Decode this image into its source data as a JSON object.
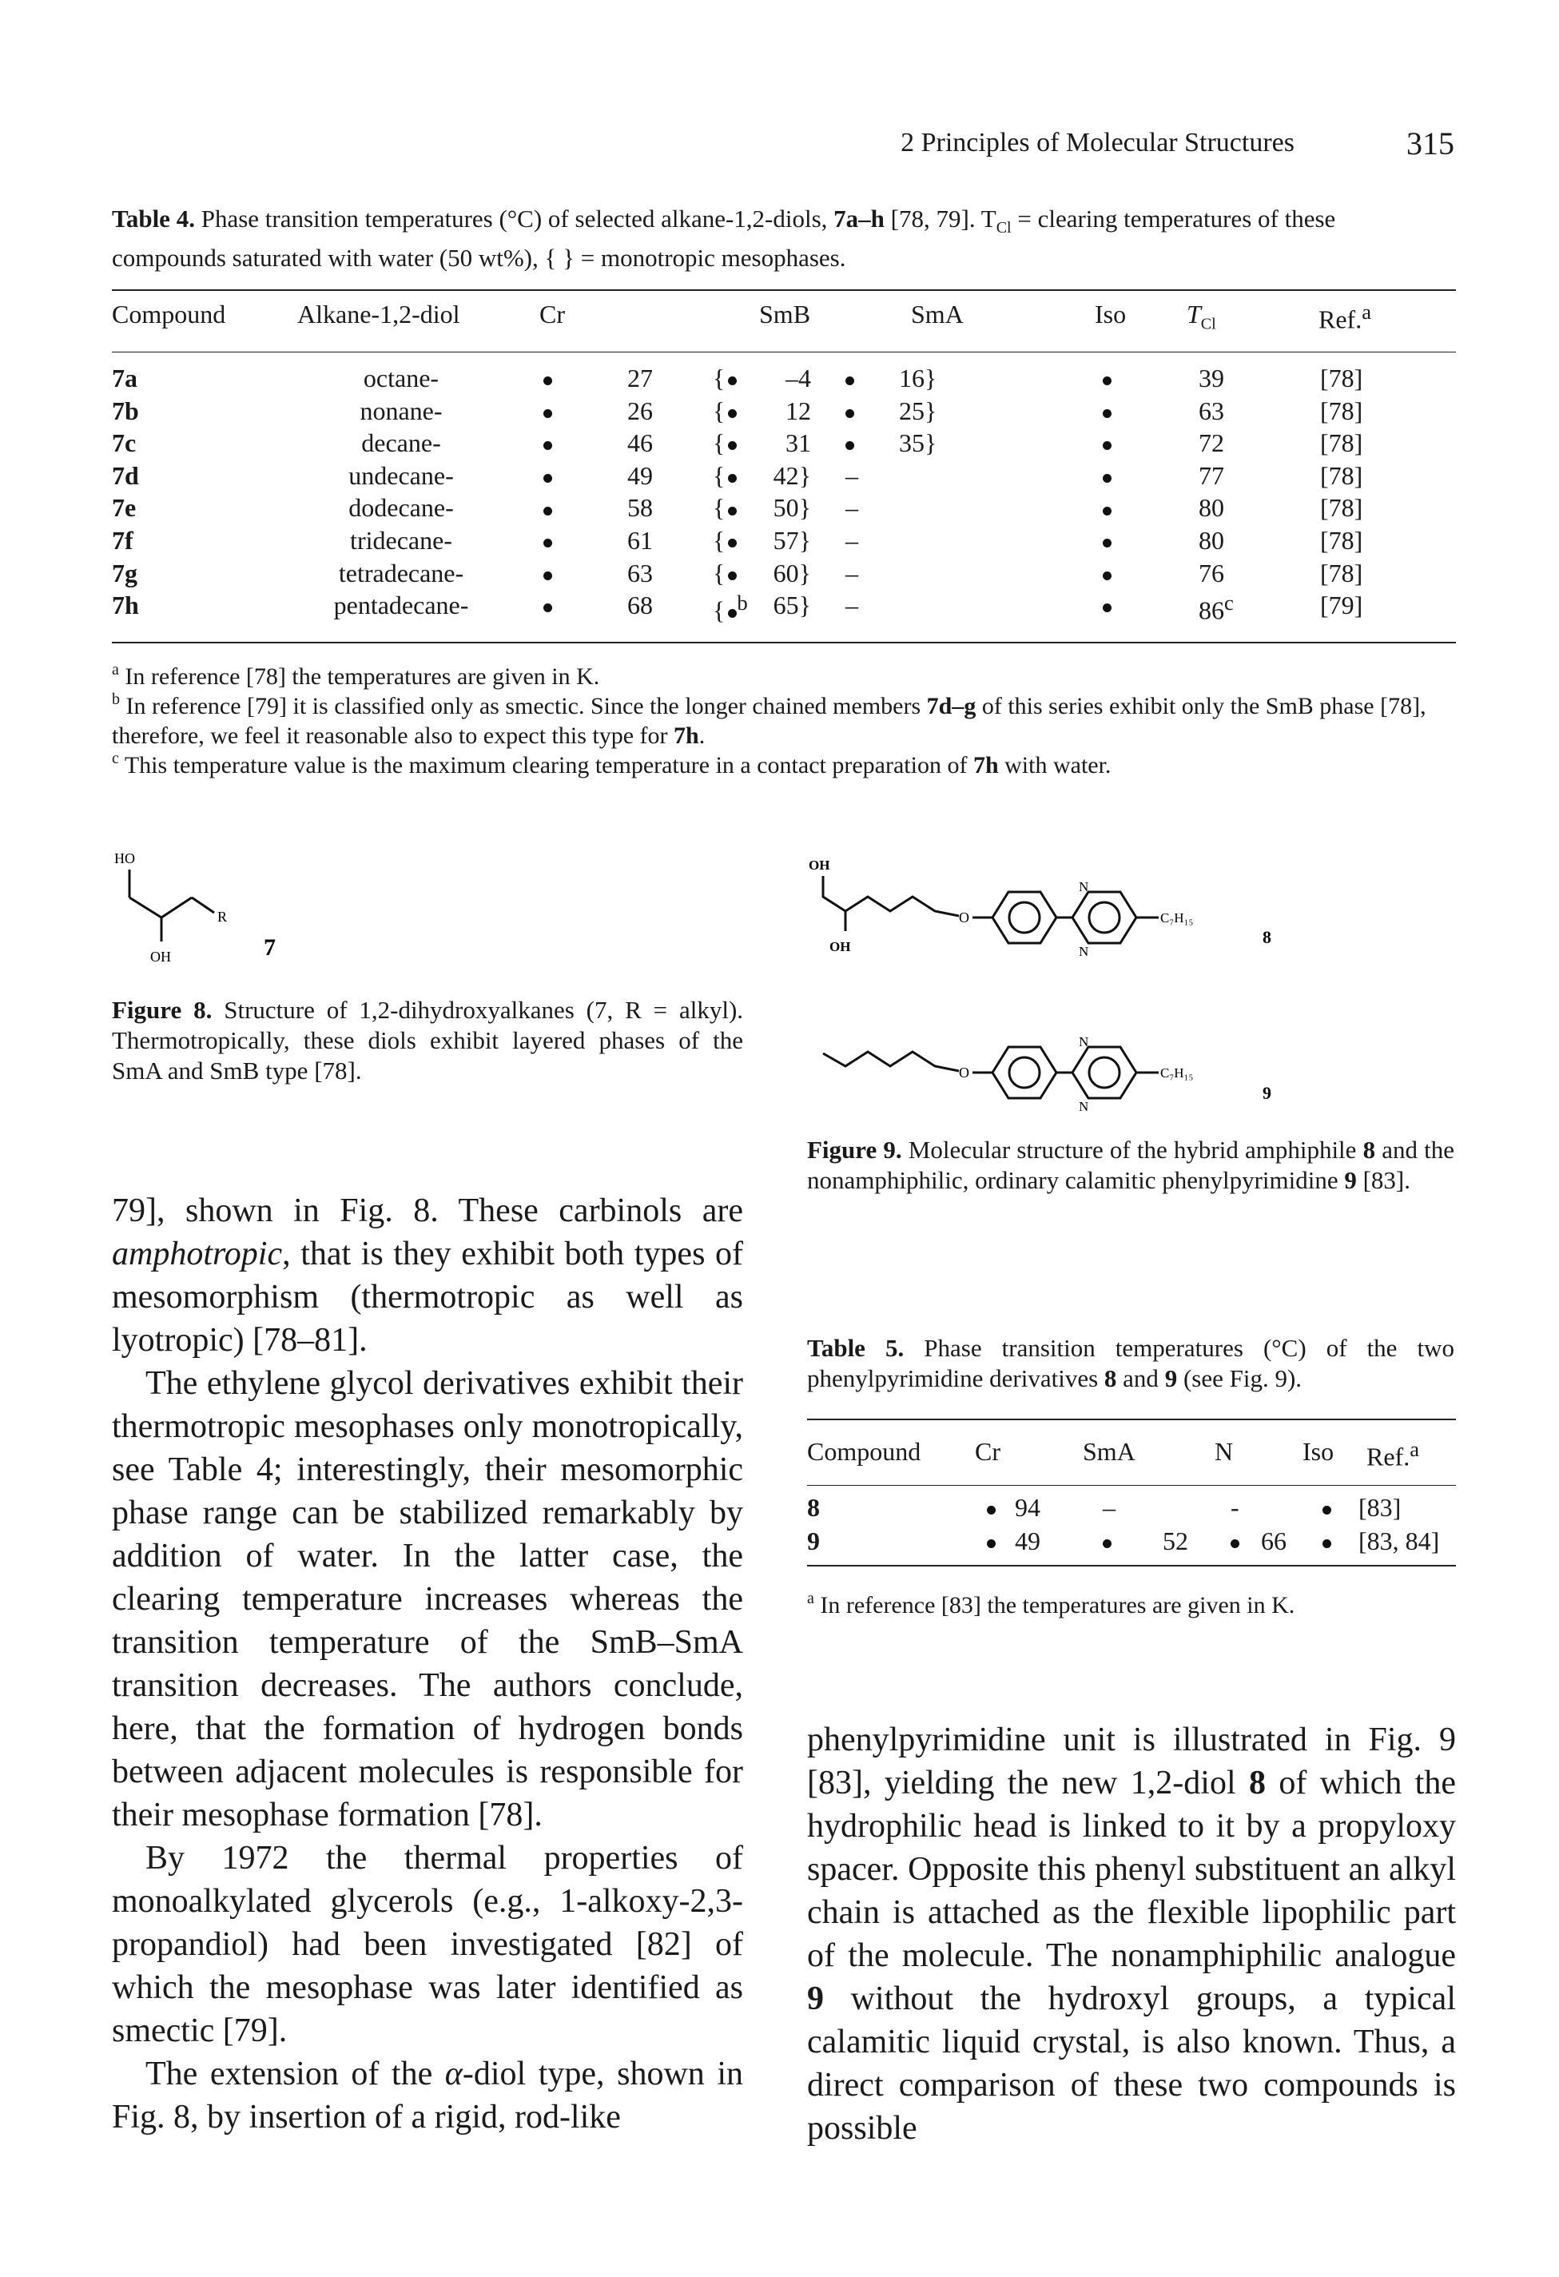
{
  "header": {
    "section": "2 Principles of Molecular Structures",
    "page_number": "315"
  },
  "table4": {
    "label": "Table 4.",
    "caption_pre": "Phase transition temperatures (°C) of selected alkane-1,2-diols, ",
    "caption_bold": "7a–h",
    "caption_post": " [78, 79]. T",
    "caption_sub": "Cl",
    "caption_end": " = clearing temperatures of these compounds saturated with water (50 wt%), { } = monotropic mesophases.",
    "headers": {
      "compound": "Compound",
      "alkane": "Alkane-1,2-diol",
      "cr": "Cr",
      "smb": "SmB",
      "sma": "SmA",
      "iso": "Iso",
      "tcl": "T",
      "tcl_sub": "Cl",
      "ref": "Ref.",
      "ref_sup": "a"
    },
    "rows": [
      {
        "compound": "7a",
        "alkane": "octane-",
        "cr": "27",
        "smb_open": "{",
        "smb": "–4",
        "sma_dot": "•",
        "sma": "16}",
        "tcl": "39",
        "tcl_sup": "",
        "ref": "[78]"
      },
      {
        "compound": "7b",
        "alkane": "nonane-",
        "cr": "26",
        "smb_open": "{",
        "smb": "12",
        "sma_dot": "•",
        "sma": "25}",
        "tcl": "63",
        "tcl_sup": "",
        "ref": "[78]"
      },
      {
        "compound": "7c",
        "alkane": "decane-",
        "cr": "46",
        "smb_open": "{",
        "smb": "31",
        "sma_dot": "•",
        "sma": "35}",
        "tcl": "72",
        "tcl_sup": "",
        "ref": "[78]"
      },
      {
        "compound": "7d",
        "alkane": "undecane-",
        "cr": "49",
        "smb_open": "{",
        "smb": "42}",
        "sma_dot": "–",
        "sma": "",
        "tcl": "77",
        "tcl_sup": "",
        "ref": "[78]"
      },
      {
        "compound": "7e",
        "alkane": "dodecane-",
        "cr": "58",
        "smb_open": "{",
        "smb": "50}",
        "sma_dot": "–",
        "sma": "",
        "tcl": "80",
        "tcl_sup": "",
        "ref": "[78]"
      },
      {
        "compound": "7f",
        "alkane": "tridecane-",
        "cr": "61",
        "smb_open": "{",
        "smb": "57}",
        "sma_dot": "–",
        "sma": "",
        "tcl": "80",
        "tcl_sup": "",
        "ref": "[78]"
      },
      {
        "compound": "7g",
        "alkane": "tetradecane-",
        "cr": "63",
        "smb_open": "{",
        "smb": "60}",
        "sma_dot": "–",
        "sma": "",
        "tcl": "76",
        "tcl_sup": "",
        "ref": "[78]"
      },
      {
        "compound": "7h",
        "alkane": "pentadecane-",
        "cr": "68",
        "smb_open": "{",
        "smb": "65}",
        "sma_dot": "–",
        "sma": "",
        "tcl": "86",
        "tcl_sup": "c",
        "ref": "[79]",
        "smb_sup": "b"
      }
    ],
    "footnotes": {
      "a": "In reference [78] the temperatures are given in K.",
      "b_pre": "In reference [79] it is classified only as smectic. Since the longer chained members ",
      "b_bold1": "7d–g",
      "b_mid": " of this series exhibit only the SmB phase [78], therefore, we feel it reasonable also to expect this type for ",
      "b_bold2": "7h",
      "b_end": ".",
      "c_pre": "This temperature value is the maximum clearing temperature in a contact preparation of ",
      "c_bold": "7h",
      "c_end": " with water."
    }
  },
  "figure8": {
    "label": "Figure 8.",
    "caption": "Structure of 1,2-dihydroxyalkanes (7, R = alkyl). Thermotropically, these diols exhibit layered phases of the SmA and SmB type [78].",
    "atoms": {
      "ho": "HO",
      "oh": "OH",
      "r": "R",
      "number": "7"
    }
  },
  "figure9": {
    "label": "Figure 9.",
    "caption_pre": "Molecular structure of the hybrid amphiphile ",
    "caption_b1": "8",
    "caption_mid": " and the nonamphiphilic, ordinary calamitic phenylpyrimidine ",
    "caption_b2": "9",
    "caption_end": " [83].",
    "atoms": {
      "oh": "OH",
      "o": "O",
      "n": "N",
      "c7h15": "C₇H₁₅",
      "num8": "8",
      "num9": "9"
    }
  },
  "table5": {
    "label": "Table 5.",
    "caption_pre": "Phase transition temperatures (°C) of the two phenylpyrimidine derivatives ",
    "caption_b1": "8",
    "caption_and": " and ",
    "caption_b2": "9",
    "caption_end": " (see Fig. 9).",
    "headers": {
      "compound": "Compound",
      "cr": "Cr",
      "sma": "SmA",
      "n": "N",
      "iso": "Iso",
      "ref": "Ref.",
      "ref_sup": "a"
    },
    "rows": [
      {
        "compound": "8",
        "cr": "94",
        "sma_dot": "–",
        "sma": "",
        "n_dot": "-",
        "n": "",
        "ref": "[83]"
      },
      {
        "compound": "9",
        "cr": "49",
        "sma_dot": "•",
        "sma": "52",
        "n_dot": "•",
        "n": "66",
        "ref": "[83, 84]"
      }
    ],
    "footnote": "In reference [83] the temperatures are given in K."
  },
  "left_column": {
    "p1": "79], shown in Fig. 8. These carbinols are ",
    "p1_italic": "amphotropic",
    "p1_rest": ", that is they exhibit both types of mesomorphism (thermotropic as well as lyotropic) [78–81].",
    "p2": "The ethylene glycol derivatives exhibit their thermotropic mesophases only monotropically, see Table 4; interestingly, their mesomorphic phase range can be stabilized remarkably by addition of water. In the latter case, the clearing temperature increases whereas the transition temperature of the SmB–SmA transition decreases. The authors conclude, here, that the formation of hydrogen bonds between adjacent molecules is responsible for their mesophase formation [78].",
    "p3": "By 1972 the thermal properties of monoalkylated glycerols (e.g., 1-alkoxy-2,3-propandiol) had been investigated [82] of which the mesophase was later identified as smectic [79].",
    "p4_pre": "The extension of the ",
    "p4_alpha": "α",
    "p4_rest": "-diol type, shown in Fig. 8, by insertion of a rigid, rod-like"
  },
  "right_column": {
    "pre": "phenylpyrimidine unit is illustrated in Fig. 9 [83], yielding the new 1,2-diol ",
    "b1": "8",
    "mid": " of which the hydrophilic head is linked to it by a propyloxy spacer. Opposite this phenyl substituent an alkyl chain is attached as the flexible lipophilic part of the molecule. The nonamphiphilic analogue ",
    "b2": "9",
    "end": " without the hydroxyl groups, a typical calamitic liquid crystal, is also known. Thus, a direct comparison of these two compounds is possible"
  }
}
